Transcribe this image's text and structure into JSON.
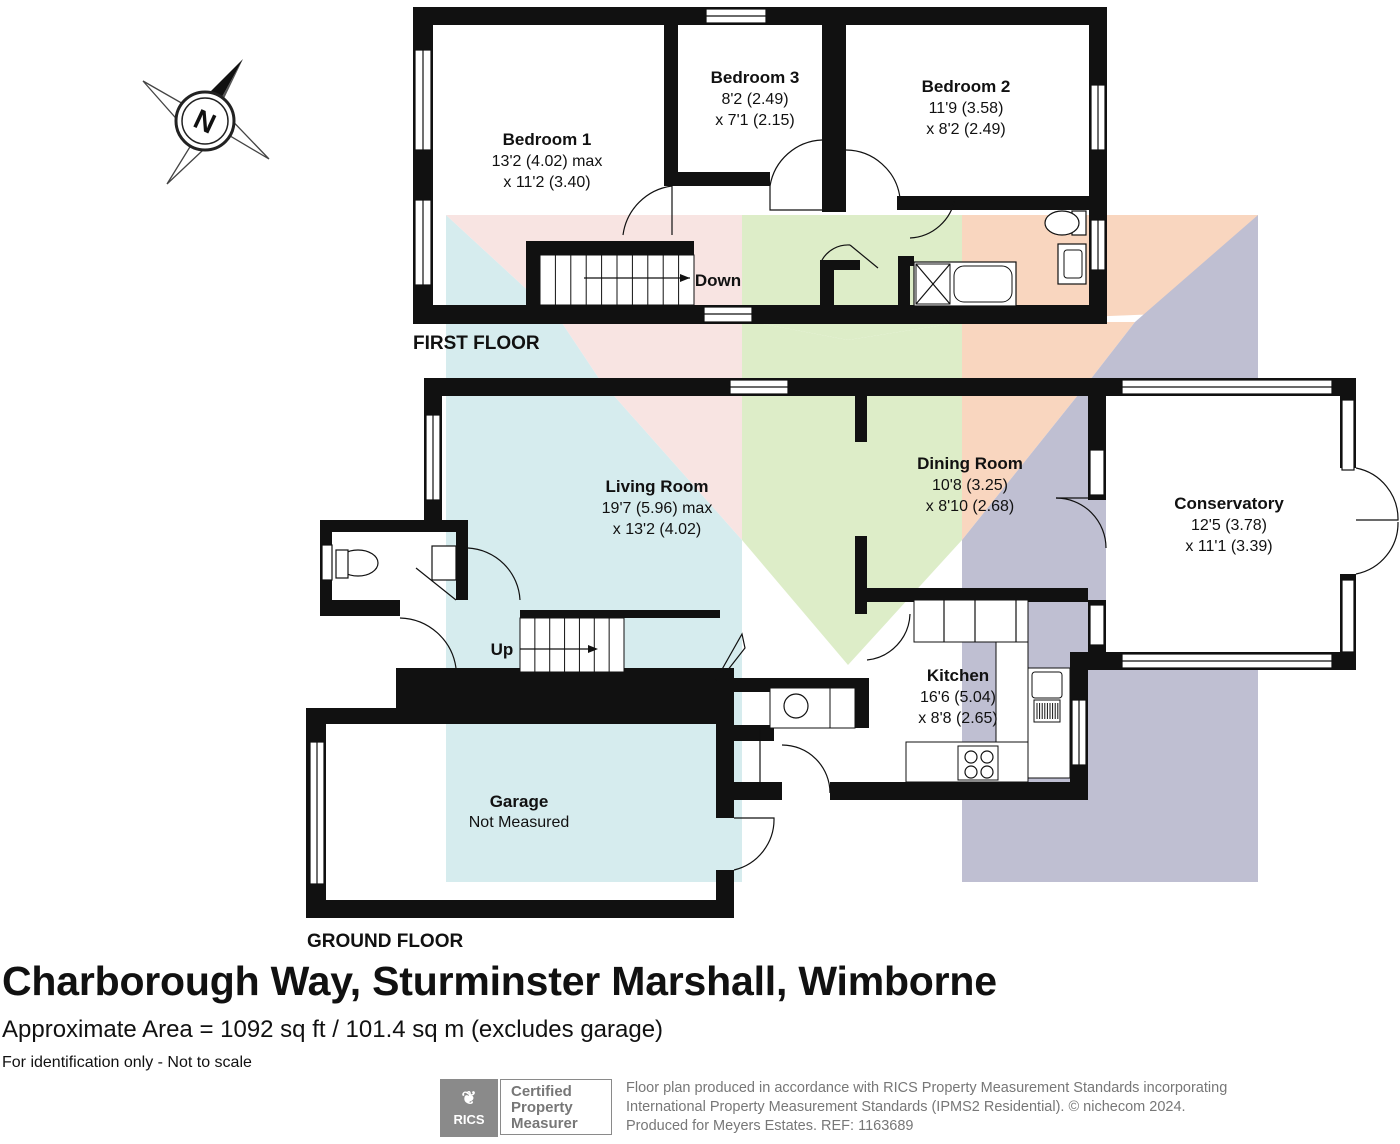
{
  "compass": {
    "letter": "N",
    "icon": "north-arrow-icon"
  },
  "floors": {
    "first": {
      "label": "FIRST FLOOR",
      "rooms": {
        "bedroom1": {
          "name": "Bedroom 1",
          "dim1": "13'2 (4.02) max",
          "dim2": "x 11'2 (3.40)"
        },
        "bedroom3": {
          "name": "Bedroom 3",
          "dim1": "8'2 (2.49)",
          "dim2": "x 7'1 (2.15)"
        },
        "bedroom2": {
          "name": "Bedroom 2",
          "dim1": "11'9 (3.58)",
          "dim2": "x 8'2 (2.49)"
        }
      },
      "stairs_label": "Down"
    },
    "ground": {
      "label": "GROUND FLOOR",
      "rooms": {
        "living": {
          "name": "Living Room",
          "dim1": "19'7 (5.96) max",
          "dim2": "x 13'2 (4.02)"
        },
        "dining": {
          "name": "Dining Room",
          "dim1": "10'8 (3.25)",
          "dim2": "x 8'10 (2.68)"
        },
        "conservatory": {
          "name": "Conservatory",
          "dim1": "12'5 (3.78)",
          "dim2": "x 11'1 (3.39)"
        },
        "kitchen": {
          "name": "Kitchen",
          "dim1": "16'6 (5.04)",
          "dim2": "x 8'8 (2.65)"
        },
        "garage": {
          "name": "Garage",
          "dim1": "Not Measured"
        }
      },
      "stairs_label": "Up"
    }
  },
  "zone_colors": {
    "blue": "#d6ecee",
    "pink": "#f8e4e2",
    "green": "#ddedc8",
    "orange": "#f9d6bf",
    "lavender": "#bfbfd2"
  },
  "title": "Charborough Way, Sturminster Marshall, Wimborne",
  "area": "Approximate Area = 1092 sq ft / 101.4 sq m (excludes garage)",
  "note": "For identification only - Not to scale",
  "rics": {
    "logo_text": "RICS",
    "cert_line1": "Certified",
    "cert_line2": "Property",
    "cert_line3": "Measurer"
  },
  "credits": {
    "line1": "Floor plan produced in accordance with RICS Property Measurement Standards incorporating",
    "line2": "International Property Measurement Standards (IPMS2 Residential).   © nichecom 2024.",
    "line3": "Produced for Meyers Estates.   REF:  1163689"
  }
}
